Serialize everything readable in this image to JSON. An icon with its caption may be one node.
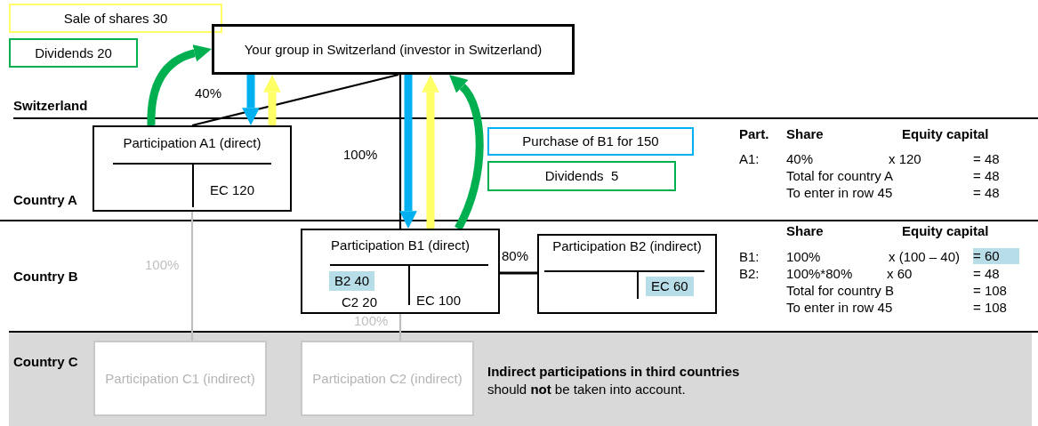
{
  "diagram": {
    "nodes": [
      {
        "text": [
          "Sale of shares 30"
        ]
      },
      {
        "text": [
          "Dividends 20"
        ]
      },
      {
        "text": [
          "Your group in Switzerland (investor in Switzerland)"
        ]
      },
      {
        "text": [
          "Participation A1 (direct)",
          "EC 120"
        ]
      },
      {
        "text": [
          "Purchase of B1 for 150"
        ]
      },
      {
        "text": [
          "Dividends  5"
        ]
      },
      {
        "text": [
          "Participation B1 (direct)",
          "B2 40",
          "C2 20",
          "EC 100"
        ]
      },
      {
        "text": [
          "Participation B2 (indirect)",
          "EC 60"
        ]
      },
      {
        "text": [
          "Participation C1 (indirect)"
        ]
      },
      {
        "text": [
          "Participation C2 (indirect)"
        ]
      }
    ],
    "edges": [
      {
        "from": 2,
        "to": 3,
        "arrow": "none",
        "label": "40%"
      },
      {
        "from": 2,
        "to": 6,
        "arrow": "none",
        "label": "100%"
      },
      {
        "from": 6,
        "to": 7,
        "arrow": "none",
        "label": "80%"
      },
      {
        "from": 3,
        "to": 8,
        "arrow": "none",
        "label": "100%",
        "color": "#bfbfbf"
      },
      {
        "from": 6,
        "to": 9,
        "arrow": "none",
        "label": "100%",
        "color": "#bfbfbf"
      },
      {
        "from": 2,
        "to": 3,
        "arrow": "to",
        "color": "#00b0f0"
      },
      {
        "from": 3,
        "to": 2,
        "arrow": "to",
        "color": "#ffff66"
      },
      {
        "from": 3,
        "to": 2,
        "arrow": "to",
        "color": "#00b050"
      },
      {
        "from": 2,
        "to": 6,
        "arrow": "to",
        "color": "#00b0f0"
      },
      {
        "from": 6,
        "to": 2,
        "arrow": "to",
        "color": "#ffff66"
      },
      {
        "from": 6,
        "to": 2,
        "arrow": "to",
        "color": "#00b050"
      }
    ],
    "labels": [
      "Switzerland",
      "Country A",
      "Country B",
      "Country C",
      "Part.",
      "Share",
      "Equity capital",
      "A1:",
      "40%",
      "x 120",
      "= 48",
      "Total for country A",
      "= 48",
      "To enter in row 45",
      "= 48",
      "Share",
      "Equity capital",
      "B1:",
      "100%",
      "x (100 – 40)",
      "= 60",
      "B2:",
      "100%*80%",
      "x 60",
      "= 48",
      "Total for country B",
      "= 108",
      "To enter in row 45",
      "= 108",
      "Indirect participations in third countries",
      "should **not** be taken into account."
    ]
  }
}
